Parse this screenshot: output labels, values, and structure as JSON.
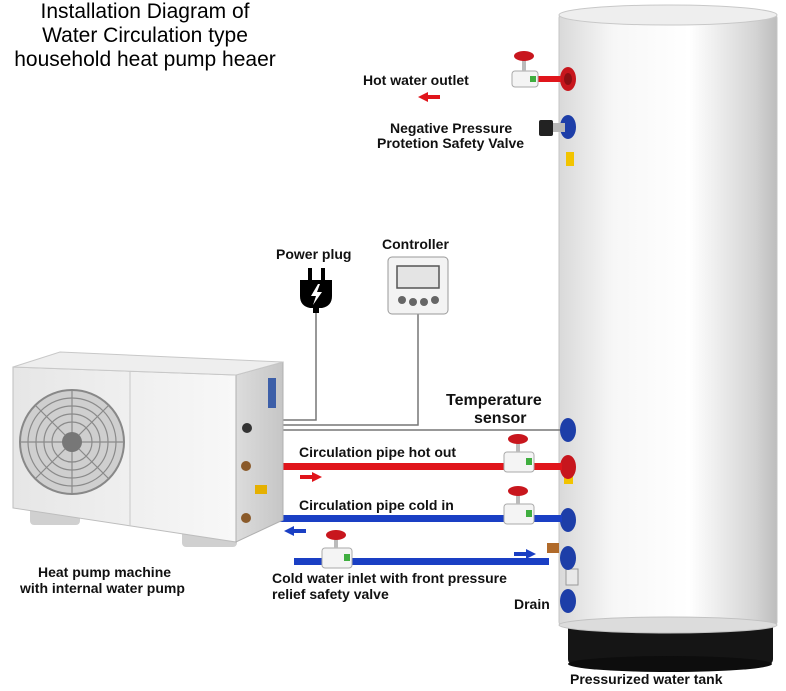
{
  "title": {
    "line1": "Installation Diagram of",
    "line2": "Water Circulation type",
    "line3": "household heat pump heaer"
  },
  "labels": {
    "hot_water_outlet": "Hot water outlet",
    "neg_pressure_1": "Negative Pressure",
    "neg_pressure_2": "Protetion Safety Valve",
    "power_plug": "Power plug",
    "controller": "Controller",
    "temp_sensor_1": "Temperature",
    "temp_sensor_2": "sensor",
    "circ_hot": "Circulation pipe hot out",
    "circ_cold": "Circulation pipe cold in",
    "cold_inlet_1": "Cold water inlet with front pressure",
    "cold_inlet_2": "relief safety valve",
    "drain": "Drain",
    "heat_pump_1": "Heat pump machine",
    "heat_pump_2": "with internal water pump",
    "tank": "Pressurized water tank"
  },
  "colors": {
    "hot_pipe": "#e0151b",
    "cold_pipe": "#1a3fc4",
    "valve_handle": "#c8161d",
    "tank_body": "#f2f2f2",
    "tank_base": "#151515"
  }
}
